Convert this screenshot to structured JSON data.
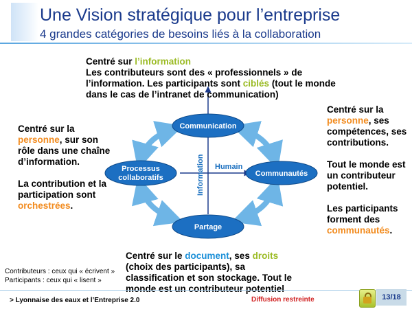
{
  "header": {
    "title": "Une Vision stratégique pour l’entreprise",
    "subtitle": "4 grandes catégories de besoins liés à la collaboration"
  },
  "diagram": {
    "nodes": {
      "top": "Communication",
      "right": "Communautés",
      "bottom": "Partage",
      "left_line1": "Processus",
      "left_line2": "collaboratifs"
    },
    "axes": {
      "vertical": "Information",
      "horizontal": "Humain"
    },
    "colors": {
      "node": "#1c6fc2",
      "arrow": "#6eb5e6",
      "axis": "#1a3a8c"
    }
  },
  "blocks": {
    "top": {
      "t1": "Centré sur ",
      "t2": "l’information",
      "t3": "Les contributeurs sont des « professionnels » de l’information. Les participants sont ",
      "t4": "ciblés",
      "t5": " (tout le monde dans le cas de l’intranet de communication)"
    },
    "left": {
      "t1": "Centré sur la ",
      "t2": "personne",
      "t3": ", sur son rôle dans une chaîne d’information.",
      "t4": "La contribution et la participation sont ",
      "t5": "orchestrées",
      "t6": "."
    },
    "right": {
      "t1": "Centré sur la ",
      "t2": "personne",
      "t3": ", ses compétences, ses contributions.",
      "t4": "Tout le monde est un contributeur potentiel.",
      "t5": "Les participants forment des ",
      "t6": "communautés",
      "t7": "."
    },
    "bottom": {
      "t1": "Centré sur le ",
      "t2": "document",
      "t3": ", ses ",
      "t4": "droits",
      "t5": " (choix des participants), sa classification et son stockage. Tout le monde est un contributeur potentiel"
    }
  },
  "legend": {
    "line1": "Contributeurs : ceux qui « écrivent »",
    "line2": "Participants : ceux qui « lisent »"
  },
  "footer": {
    "left": ">  Lyonnaise des eaux et l’Entreprise 2.0",
    "center": "Diffusion restreinte",
    "page": "13/18"
  }
}
